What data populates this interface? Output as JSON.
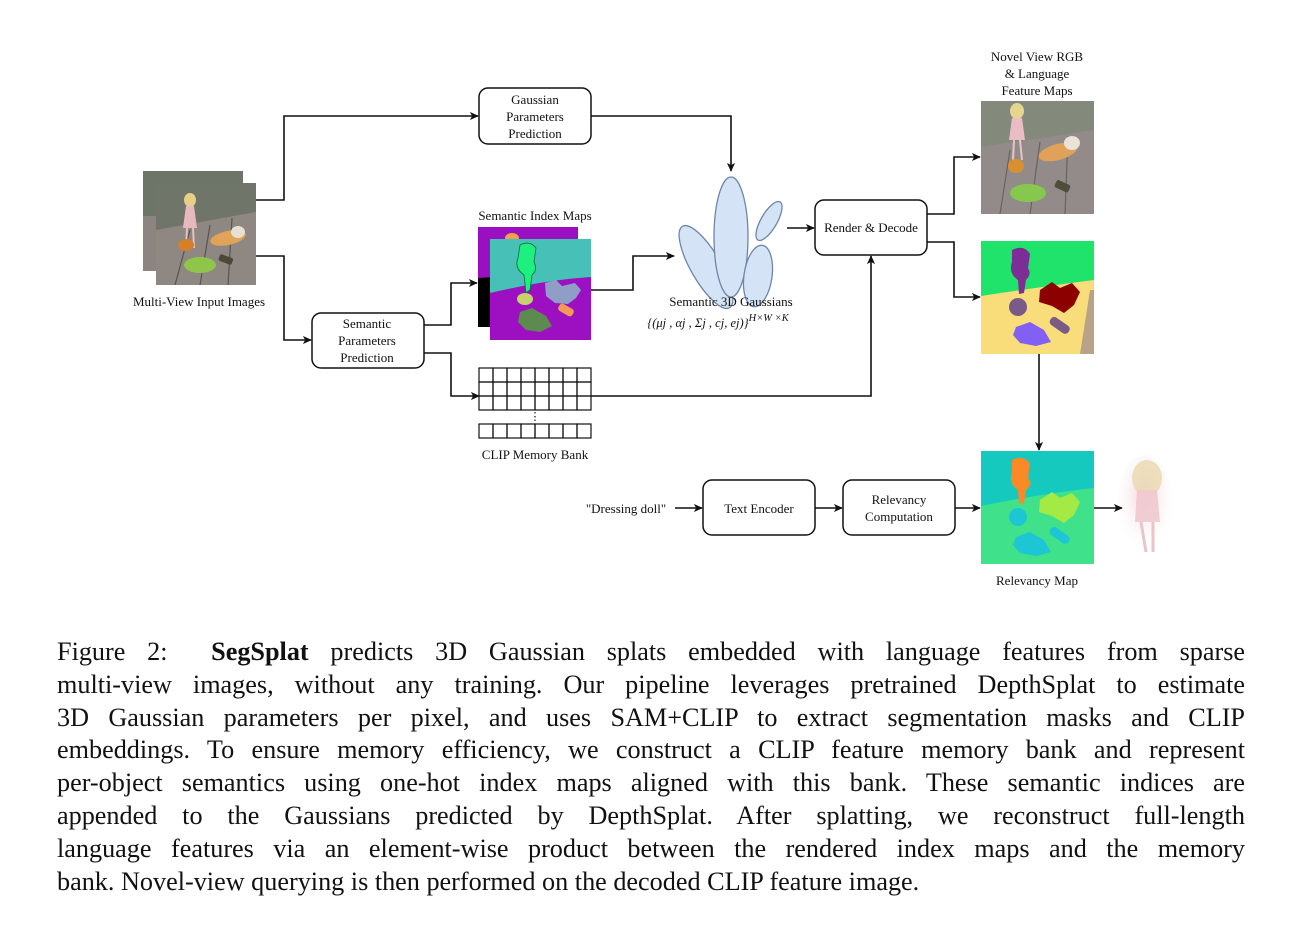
{
  "figure": {
    "input": {
      "label": "Multi-View Input Images"
    },
    "gaussian_params_box": {
      "lines": [
        "Gaussian",
        "Parameters",
        "Prediction"
      ]
    },
    "semantic_params_box": {
      "lines": [
        "Semantic",
        "Parameters",
        "Prediction"
      ]
    },
    "semantic_index_maps": {
      "label": "Semantic Index Maps"
    },
    "clip_memory_bank": {
      "label": "CLIP Memory Bank",
      "ellipsis": "⋮"
    },
    "semantic_gaussians": {
      "label": "Semantic 3D Gaussians",
      "formula": "{(μj , αj , Σj , cj, ej)}",
      "formula_sup": "H×W ×K"
    },
    "render_decode_box": {
      "label": "Render & Decode"
    },
    "novel_view": {
      "lines": [
        "Novel View RGB",
        "& Language",
        "Feature Maps"
      ]
    },
    "query": {
      "text": "\"Dressing doll\""
    },
    "text_encoder_box": {
      "label": "Text Encoder"
    },
    "relevancy_box": {
      "lines": [
        "Relevancy",
        "Computation"
      ]
    },
    "relevancy_map": {
      "label": "Relevancy Map"
    }
  },
  "caption": {
    "prefix": "Figure 2:",
    "bold": "SegSplat",
    "lines": [
      " predicts 3D Gaussian splats embedded with language features from sparse",
      "multi-view images, without any training. Our pipeline leverages pretrained DepthSplat to estimate",
      "3D Gaussian parameters per pixel, and uses SAM+CLIP to extract segmentation masks and CLIP",
      "embeddings. To ensure memory efficiency, we construct a CLIP feature memory bank and represent",
      "per-object semantics using one-hot index maps aligned with this bank. These semantic indices are",
      "appended to the Gaussians predicted by DepthSplat.  After splatting, we reconstruct full-length",
      "language features via an element-wise product between the rendered index maps and the memory",
      "bank. Novel-view querying is then performed on the decoded CLIP feature image."
    ]
  }
}
